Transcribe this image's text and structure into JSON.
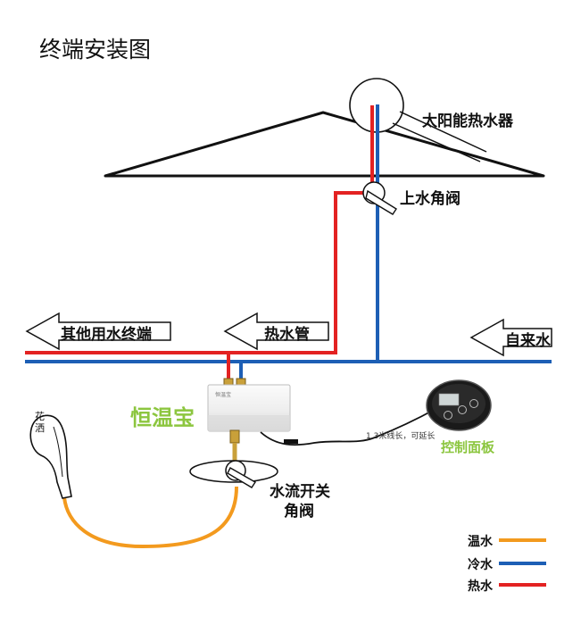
{
  "title": "终端安装图",
  "labels": {
    "solar_heater": "太阳能热水器",
    "inlet_valve": "上水角阀",
    "other_outlets": "其他用水终端",
    "hot_pipe": "热水管",
    "tap_water": "自来水",
    "product_name": "恒温宝",
    "product_logo": "恒温宝",
    "showerhead": "花洒",
    "cable_note": "1.3米线长，可延长",
    "control_panel": "控制面板",
    "flow_valve_line1": "水流开关",
    "flow_valve_line2": "角阀"
  },
  "legend": [
    {
      "label": "温水",
      "color": "#f39a1e"
    },
    {
      "label": "冷水",
      "color": "#1d5fb5"
    },
    {
      "label": "热水",
      "color": "#e32222"
    }
  ],
  "colors": {
    "warm_water": "#f39a1e",
    "cold_water": "#1d5fb5",
    "hot_water": "#e32222",
    "brand_green": "#8cc63f",
    "cable_note": "#333333",
    "panel_body": "#1a1a1a"
  }
}
